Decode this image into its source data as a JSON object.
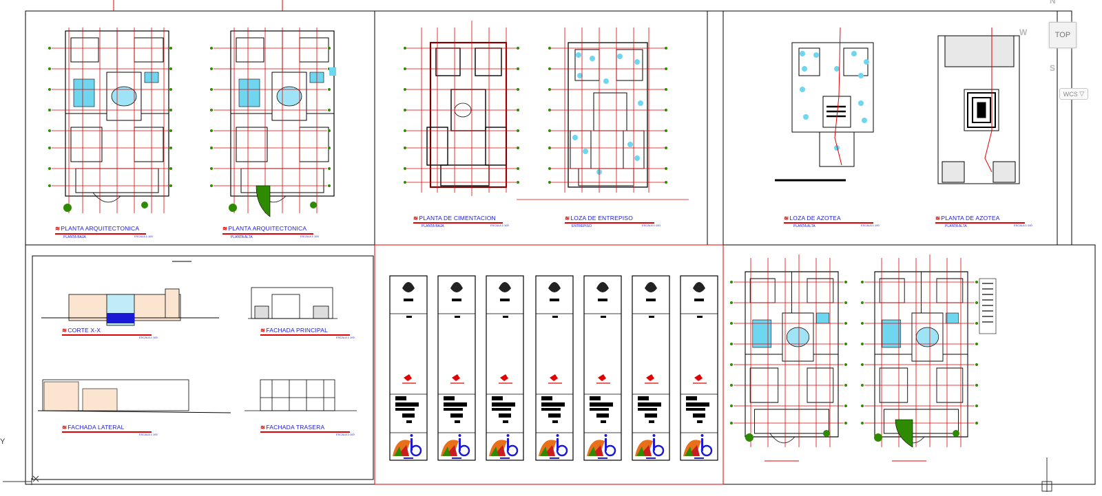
{
  "viewcube": {
    "top_label": "TOP",
    "north": "N",
    "west": "W",
    "south": "S",
    "wcs_label": "WCS",
    "wcs_arrow": "▽"
  },
  "ucs": {
    "y_label": "Y"
  },
  "sheet1": {
    "left_title": "PLANTA ARQUITECTONICA",
    "left_sub": "PLANTA BAJA",
    "left_scale": "ESCALA 1:100",
    "right_title": "PLANTA ARQUITECTONICA",
    "right_sub": "PLANTA ALTA",
    "right_scale": "ESCALA 1:100"
  },
  "sheet2": {
    "left_title": "PLANTA DE CIMENTACION",
    "left_sub": "PLANTA BAJA",
    "left_scale": "ESCALA 1:100",
    "right_title": "LOZA DE ENTREPISO",
    "right_sub": "ENTREPISO",
    "right_scale": "ESCALA 1:100"
  },
  "sheet3": {
    "left_title": "LOZA DE AZOTEA",
    "left_sub": "PLANTA ALTA",
    "left_scale": "ESCALA 1:100",
    "right_title": "PLANTA  DE AZOTEA",
    "right_sub": "PLANTA ALTA",
    "right_scale": "ESCALA 1:100"
  },
  "sheet4": {
    "section_title": "CORTE  X-X",
    "section_scale": "ESCALA 1:100",
    "front_title": "FACHADA PRINCIPAL",
    "front_scale": "ESCALA 1:100",
    "side_title": "FACHADA LATERAL",
    "side_scale": "ESCALA 1:100",
    "rear_title": "FACHADA  TRASERA",
    "rear_scale": "ESCALA 1:100"
  },
  "title_blocks": {
    "count": 7
  },
  "colors": {
    "linework": "#000000",
    "axis": "#e00000",
    "text": "#1a1ad6",
    "grid_marker": "#2e8b00",
    "fill_cyan": "#6fd6f0",
    "background": "#ffffff"
  }
}
